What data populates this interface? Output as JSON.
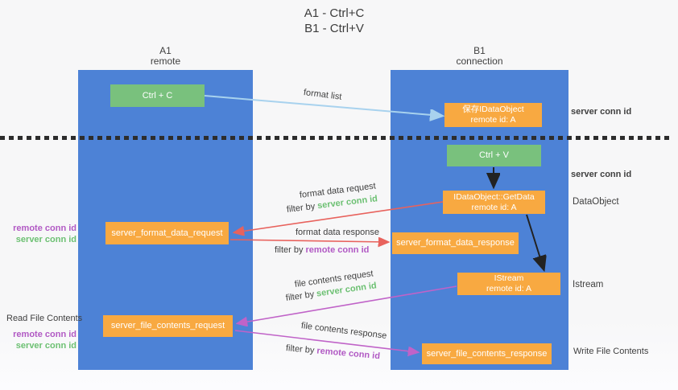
{
  "colors": {
    "column_blue": "#4d82d6",
    "box_green": "#79c17d",
    "box_orange": "#f8a941",
    "green_text": "#6cc072",
    "purple_text": "#b159c4",
    "red_arrow": "#e8625d",
    "purple_arrow": "#c063c8",
    "blue_arrow": "#a8d2ee",
    "dark_text": "#3f3f3f"
  },
  "title": {
    "line1": "A1 - Ctrl+C",
    "line2": "B1 - Ctrl+V"
  },
  "columns": {
    "a1": {
      "label": "A1",
      "sublabel": "remote"
    },
    "b1": {
      "label": "B1",
      "sublabel": "connection"
    }
  },
  "nodes": {
    "ctrl_c": {
      "label": "Ctrl + C"
    },
    "ctrl_v": {
      "label": "Ctrl + V"
    },
    "save_dataobject": {
      "line1": "保存IDataObject",
      "line2": "remote id: A"
    },
    "getdata": {
      "line1": "IDataObject::GetData",
      "line2": "remote id: A"
    },
    "format_request": {
      "label": "server_format_data_request"
    },
    "format_response": {
      "label": "server_format_data_response"
    },
    "istream": {
      "line1": "IStream",
      "line2": "remote id: A"
    },
    "file_request": {
      "label": "server_file_contents_request"
    },
    "file_response": {
      "label": "server_file_contents_response"
    }
  },
  "flow_labels": {
    "format_list": "format list",
    "format_data_request": "format data request",
    "format_data_response": "format data response",
    "file_contents_request": "file contents request",
    "file_contents_response": "file contents response",
    "filter_by": "filter by ",
    "server_conn_id": "server conn id",
    "remote_conn_id": "remote conn id"
  },
  "side_labels": {
    "server_conn_id_top": "server conn id",
    "server_conn_id_mid": "server conn id",
    "dataobject": "DataObject",
    "istream": "Istream",
    "write_file_contents": "Write File Contents",
    "read_file_contents": "Read File Contents",
    "remote_conn_id": "remote conn id",
    "server_conn_id": "server conn id"
  }
}
